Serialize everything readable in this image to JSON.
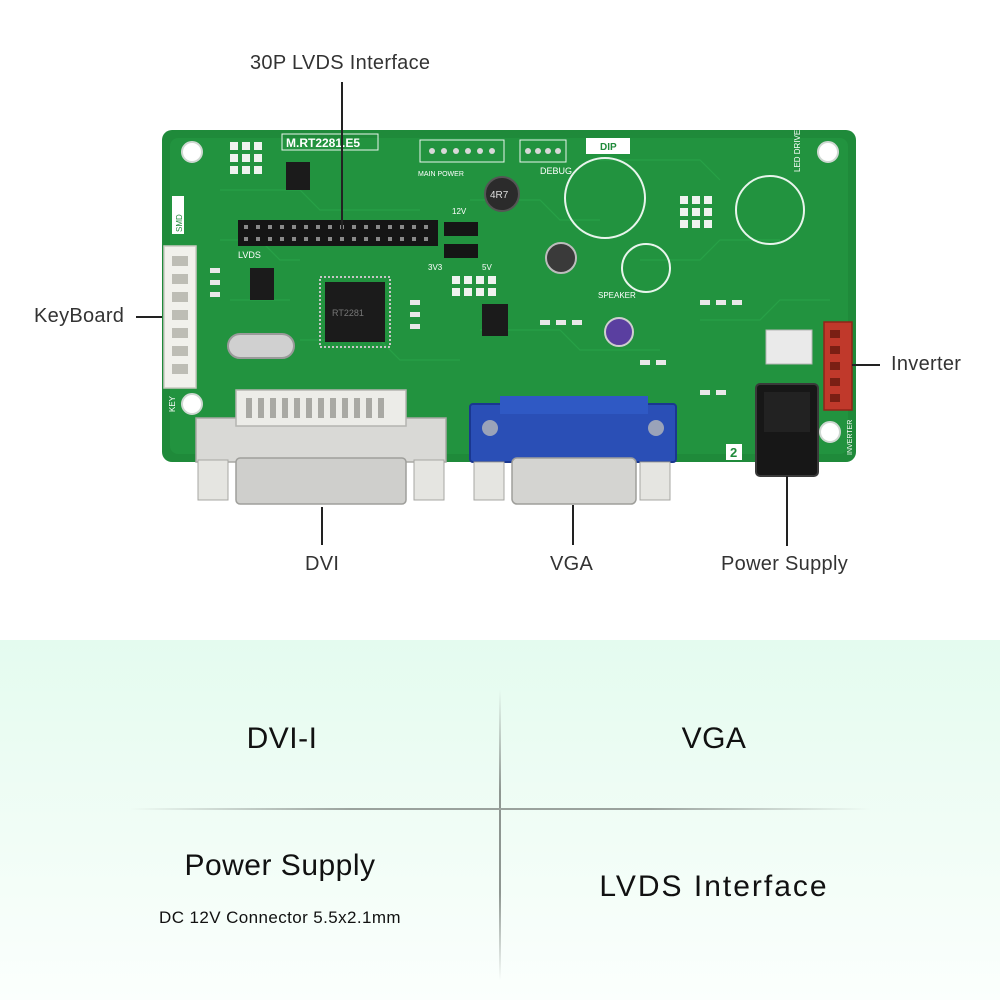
{
  "callouts": {
    "lvds_30p": "30P LVDS Interface",
    "keyboard": "KeyBoard",
    "inverter": "Inverter",
    "dvi": "DVI",
    "vga": "VGA",
    "power_supply": "Power Supply"
  },
  "board": {
    "model": "M.RT2281.E5",
    "silkscreen": {
      "dip": "DIP",
      "debug": "DEBUG",
      "lvds": "LVDS",
      "smd": "SMD",
      "key": "KEY",
      "inverter": "INVERTER",
      "main_power": "MAIN POWER",
      "speaker": "SPEAKER",
      "led_driver": "LED DRIVER",
      "inductor": "4R7",
      "ic_label": "RT2281",
      "v5": "5V",
      "v33": "3V3",
      "v12": "12V",
      "board_number": "2"
    }
  },
  "features": {
    "dvi_i": "DVI-I",
    "vga": "VGA",
    "power_supply": "Power Supply",
    "power_spec": "DC 12V Connector 5.5x2.1mm",
    "lvds_interface": "LVDS Interface"
  },
  "colors": {
    "pcb_green": "#1f8a3a",
    "pcb_dark": "#16702e",
    "vga_blue": "#2a4fb6",
    "header_black": "#151515",
    "inverter_red": "#c0392b",
    "panel_bg": "#e6fbf0"
  }
}
